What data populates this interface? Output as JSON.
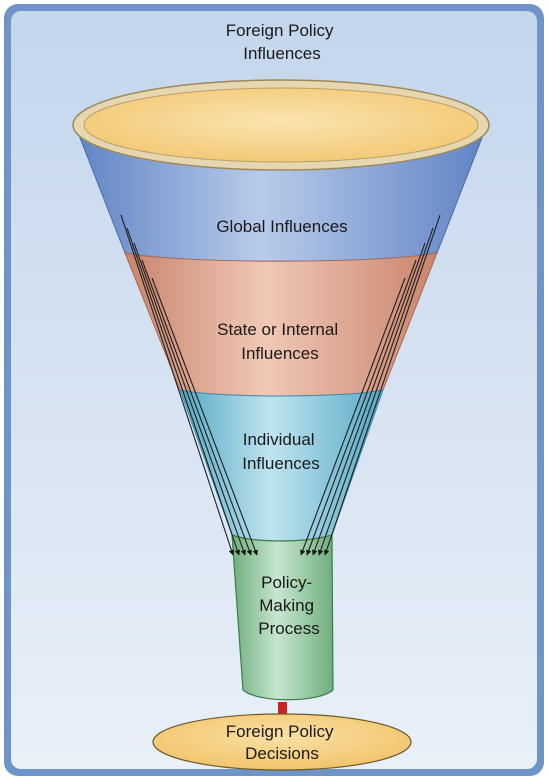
{
  "diagram": {
    "top_label": [
      "Foreign Policy",
      "Influences"
    ],
    "layers": {
      "global": [
        "Global Influences"
      ],
      "state": [
        "State or Internal",
        "Influences"
      ],
      "individual": [
        "Individual",
        "Influences"
      ],
      "process": [
        "Policy-",
        "Making",
        "Process"
      ]
    },
    "output_label": [
      "Foreign Policy",
      "Decisions"
    ]
  },
  "colors": {
    "frame_outer": "#6f95c8",
    "frame_inner_top": "#c4d6ec",
    "frame_inner_bottom": "#e5edf7",
    "global_band": "#7aa0d6",
    "state_band": "#d99c86",
    "individual_band": "#84c7da",
    "process_tube": "#93c79e",
    "rim_fill": "#f7d38a",
    "arrow_red": "#cc2222",
    "decision_ellipse": "#f6cd7b"
  }
}
